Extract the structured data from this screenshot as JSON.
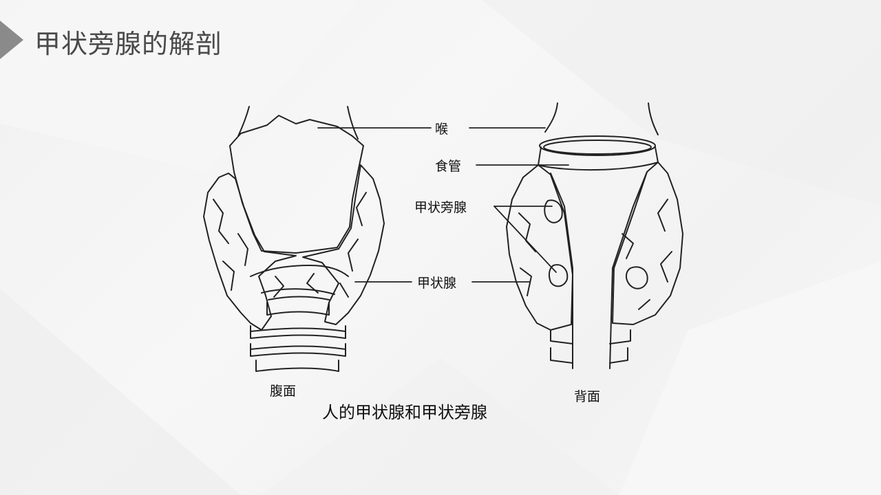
{
  "slide": {
    "title": "甲状旁腺的解剖"
  },
  "figure": {
    "labels": {
      "larynx": "喉",
      "esophagus": "食管",
      "parathyroid": "甲状旁腺",
      "thyroid": "甲状腺",
      "ventral_view": "腹面",
      "dorsal_view": "背面"
    },
    "caption": "人的甲状腺和甲状旁腺"
  }
}
